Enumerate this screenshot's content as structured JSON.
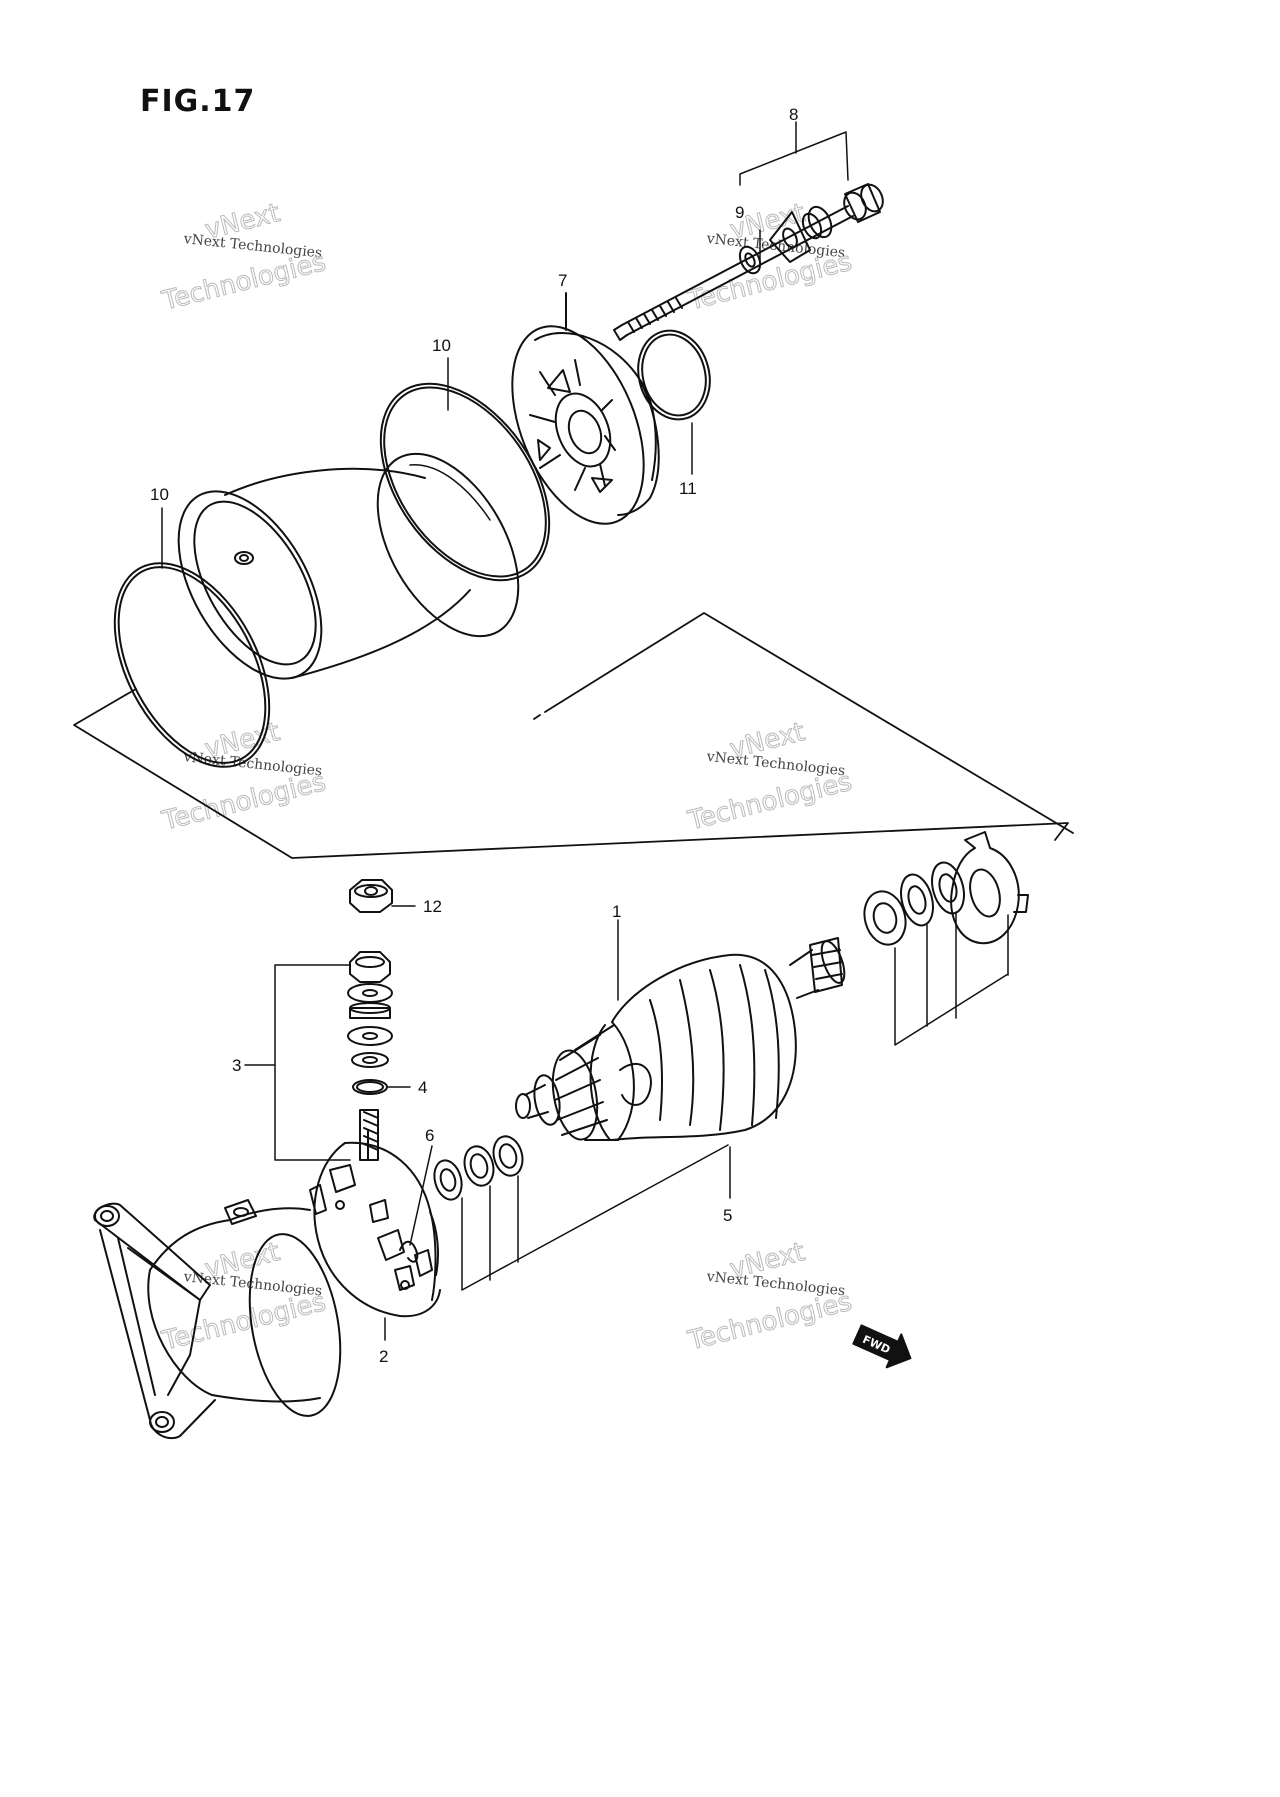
{
  "figure": {
    "title": "FIG.17"
  },
  "callouts": {
    "c1": "1",
    "c2": "2",
    "c3": "3",
    "c4": "4",
    "c5": "5",
    "c6": "6",
    "c7": "7",
    "c8": "8",
    "c9": "9",
    "c10a": "10",
    "c10b": "10",
    "c11": "11",
    "c12": "12"
  },
  "watermark": {
    "line1": "vNext",
    "line2": "vNext Technologies",
    "line3": "Technologies"
  },
  "direction": {
    "label": "FWD"
  }
}
